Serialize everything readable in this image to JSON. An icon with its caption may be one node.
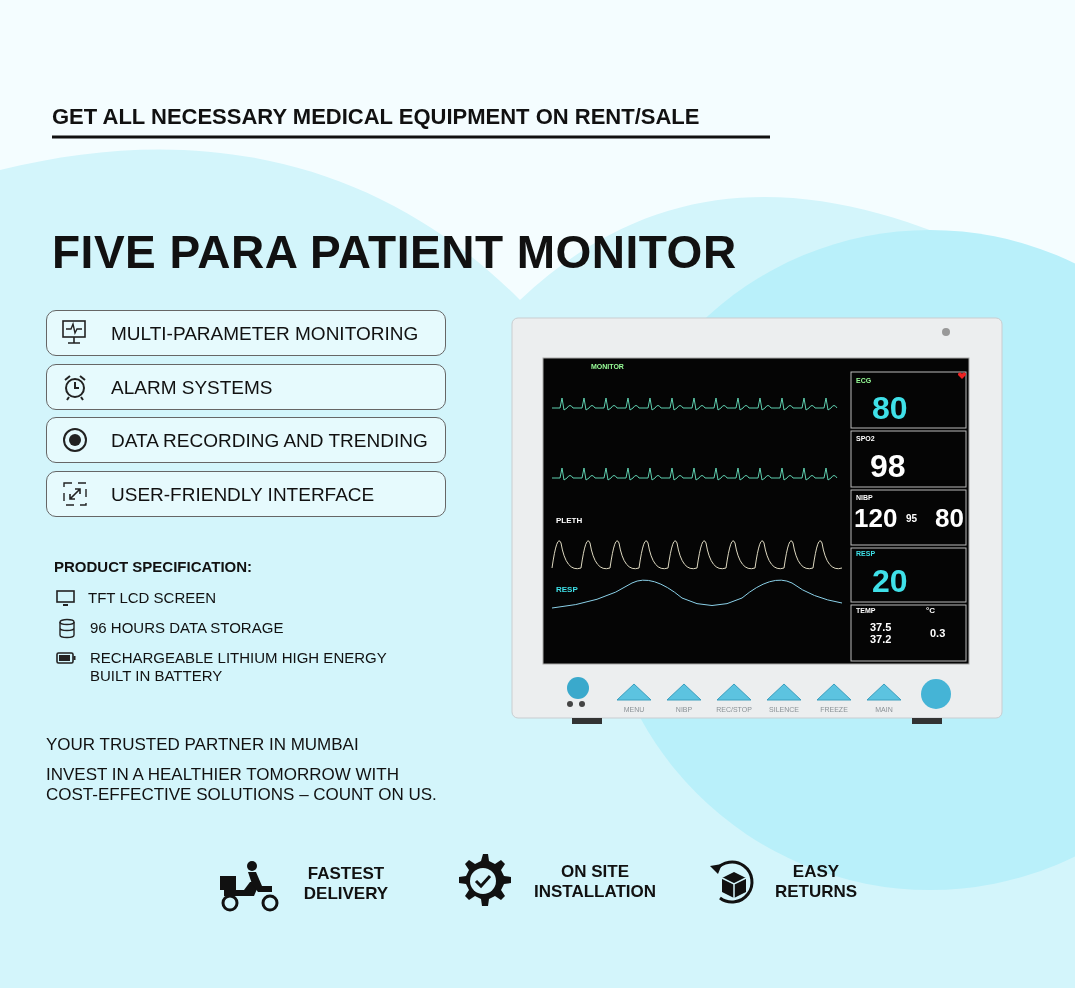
{
  "diagram": {
    "title": "FIVE PARA PATIENT MONITOR",
    "nodes": [
      {
        "text": [
          "MULTI-PARAMETER MONITORING"
        ]
      },
      {
        "text": [
          "ALARM SYSTEMS"
        ]
      },
      {
        "text": [
          "DATA RECORDING AND TRENDING"
        ]
      },
      {
        "text": [
          "USER-FRIENDLY INTERFACE"
        ]
      }
    ],
    "labels": [
      "GET ALL NECESSARY MEDICAL EQUIPMENT ON RENT/SALE",
      "MONITOR",
      "ECG",
      "80",
      "SPO2",
      "98",
      "NIBP",
      "120",
      "95",
      "80",
      "RESP",
      "20",
      "TEMP",
      "°C",
      "37.5",
      "37.2",
      "0.3",
      "PLETH",
      "RESP",
      "MENU",
      "NIBP",
      "REC/STOP",
      "SILENCE",
      "FREEZE",
      "MAIN",
      "PRODUCT SPECIFICATION:",
      "TFT LCD SCREEN",
      "96 HOURS DATA STORAGE",
      "RECHARGEABLE LITHIUM HIGH ENERGY BUILT IN BATTERY",
      "YOUR TRUSTED PARTNER IN MUMBAI",
      "INVEST IN A HEALTHIER TOMORROW WITH COST-EFFECTIVE SOLUTIONS – COUNT ON US.",
      "FASTEST DELIVERY",
      "ON SITE INSTALLATION",
      "EASY RETURNS"
    ]
  }
}
